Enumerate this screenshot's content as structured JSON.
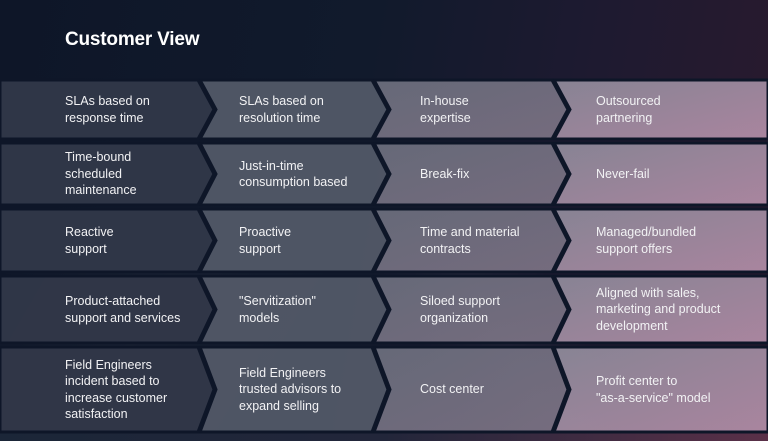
{
  "title": "Customer View",
  "colors": {
    "col1": "#323849",
    "col2": "#525867",
    "col3": "#6e7080",
    "col4": "#958a98",
    "separator": "#0e1628",
    "text": "#f2f2f4"
  },
  "rows": [
    {
      "cells": [
        "SLAs based on\nresponse time",
        "SLAs based on\nresolution time",
        "In-house\nexpertise",
        "Outsourced\npartnering"
      ]
    },
    {
      "cells": [
        "Time-bound\nscheduled\nmaintenance",
        "Just-in-time\nconsumption based",
        "Break-fix",
        "Never-fail"
      ]
    },
    {
      "cells": [
        "Reactive\nsupport",
        "Proactive\nsupport",
        "Time and material\ncontracts",
        "Managed/bundled\nsupport offers"
      ]
    },
    {
      "cells": [
        "Product-attached\nsupport and services",
        "\"Servitization\"\nmodels",
        "Siloed support\norganization",
        "Aligned with sales,\nmarketing and product\ndevelopment"
      ]
    },
    {
      "cells": [
        "Field Engineers\nincident based to\nincrease customer\nsatisfaction",
        "Field Engineers\ntrusted advisors to\nexpand selling",
        "Cost center",
        "Profit center to\n\"as-a-service\" model"
      ]
    }
  ]
}
